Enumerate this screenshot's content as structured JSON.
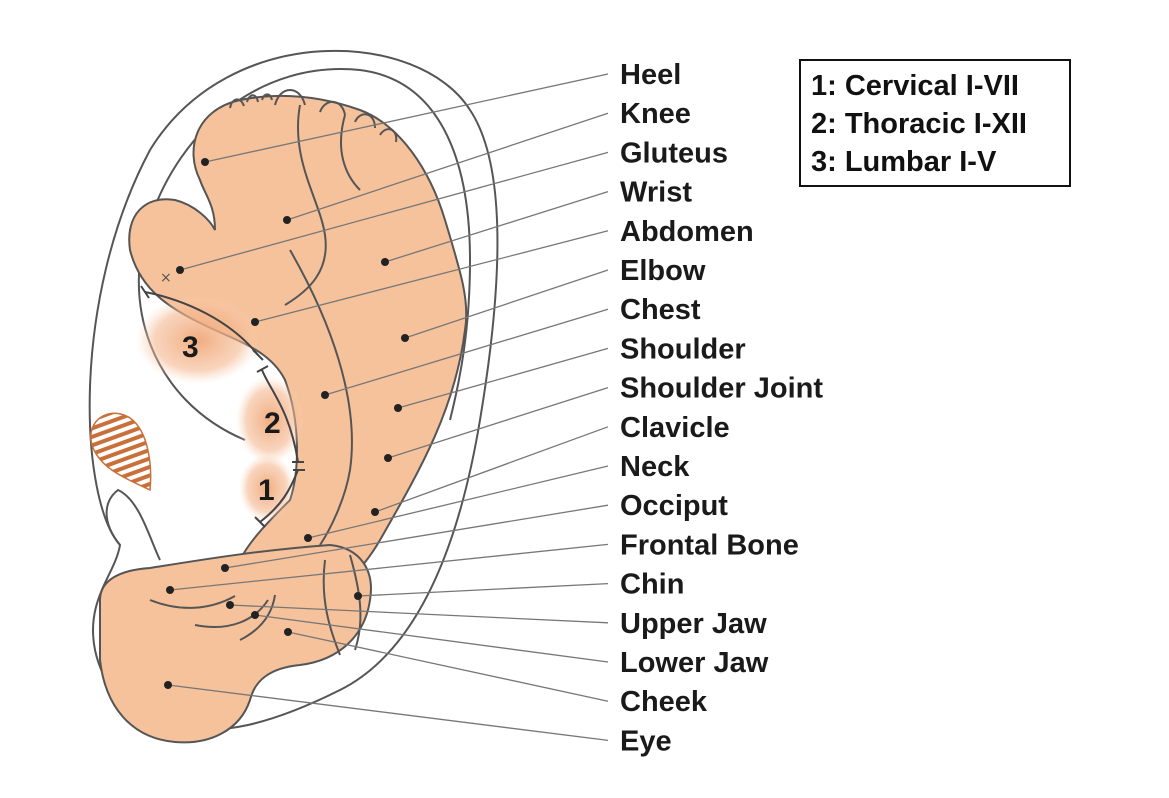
{
  "colors": {
    "skin": "#f6c29b",
    "skin_glow": "#f0a878",
    "outline": "#555555",
    "lines": "#777777",
    "stripe": "#c9703a",
    "text": "#1a1a1a"
  },
  "labels": [
    "Heel",
    "Knee",
    "Gluteus",
    "Wrist",
    "Abdomen",
    "Elbow",
    "Chest",
    "Shoulder",
    "Shoulder Joint",
    "Clavicle",
    "Neck",
    "Occiput",
    "Frontal Bone",
    "Chin",
    "Upper Jaw",
    "Lower Jaw",
    "Cheek",
    "Eye"
  ],
  "legend": [
    "1: Cervical I-VII",
    "2: Thoracic I-XII",
    "3: Lumbar I-V"
  ],
  "zones": [
    "3",
    "2",
    "1"
  ],
  "point_marker": "×"
}
